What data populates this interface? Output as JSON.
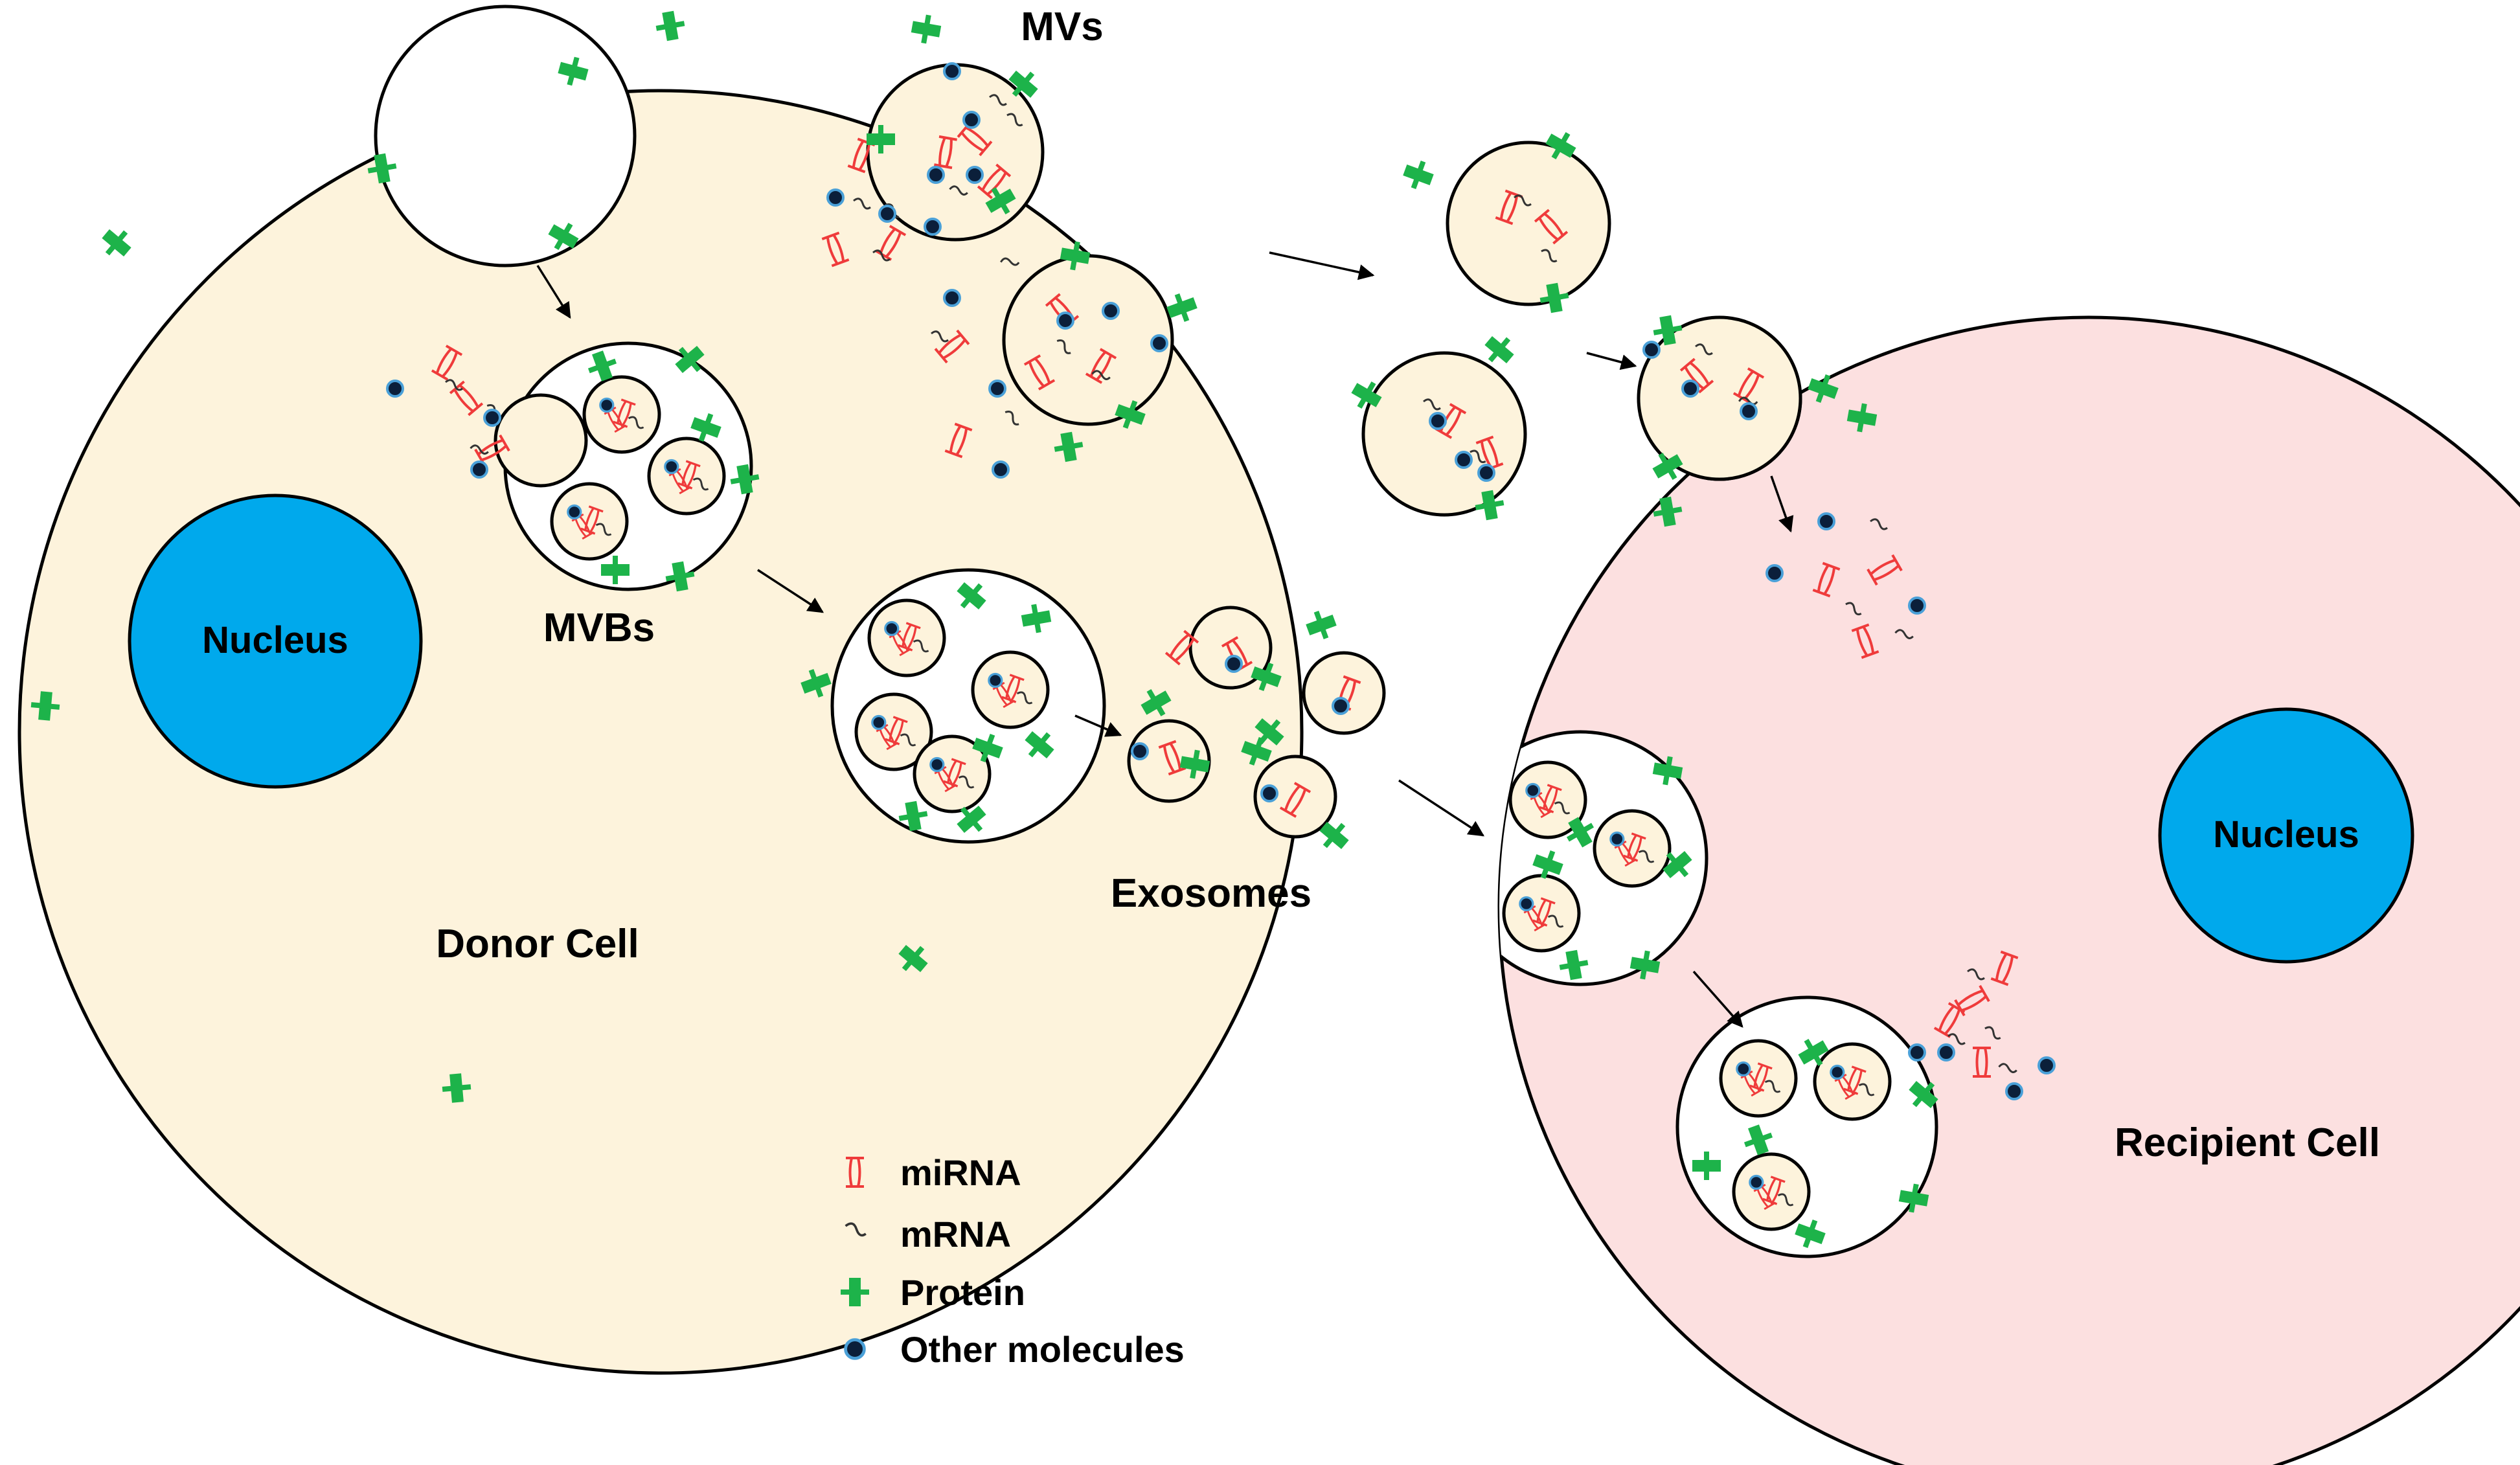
{
  "colors": {
    "donor_cytoplasm": "#fdf3dc",
    "recipient_cytoplasm": "#fce0e0",
    "nucleus": "#00a9ec",
    "vesicle": "#fdf3dc",
    "mirna": "#ef3b3b",
    "mrna": "#333333",
    "protein": "#1db34a",
    "other_molecule_fill": "#0b1f3a",
    "other_molecule_ring": "#4aa0d8"
  },
  "labels": {
    "donor_cell": "Donor Cell",
    "recipient_cell": "Recipient Cell",
    "donor_nucleus": "Nucleus",
    "recipient_nucleus": "Nucleus",
    "mvbs": "MVBs",
    "mvs": "MVs",
    "exosomes": "Exosomes"
  },
  "legend": [
    {
      "icon": "mirna-icon",
      "label": "miRNA"
    },
    {
      "icon": "mrna-icon",
      "label": "mRNA"
    },
    {
      "icon": "protein-icon",
      "label": "Protein"
    },
    {
      "icon": "other-molecule-icon",
      "label": "Other molecules"
    }
  ]
}
